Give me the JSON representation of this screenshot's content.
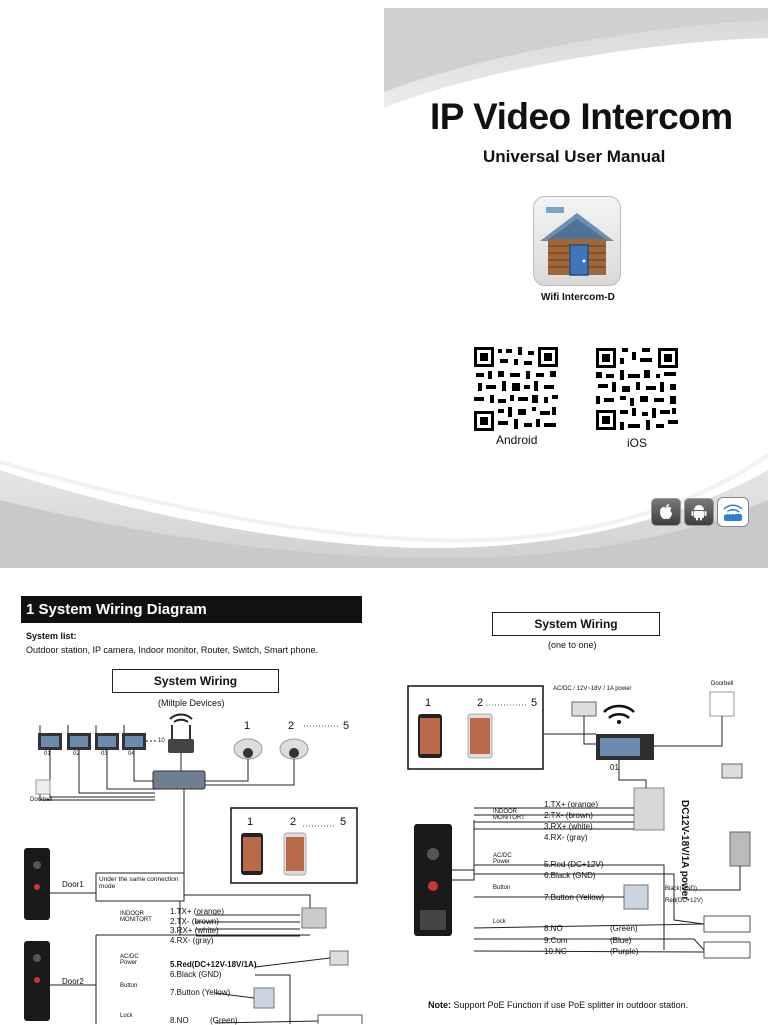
{
  "cover": {
    "title": "IP Video Intercom",
    "subtitle": "Universal User Manual",
    "app_name": "Wifi Intercom-D",
    "qr_android_label": "Android",
    "qr_ios_label": "iOS",
    "store_icons": [
      "apple-icon",
      "android-icon",
      "wifi-icon"
    ],
    "wifi_badge": "Wi Fi"
  },
  "left_panel": {
    "section_title": "1 System Wiring Diagram",
    "system_list_heading": "System list:",
    "system_list": "Outdoor station, IP camera, Indoor monitor, Router, Switch, Smart phone.",
    "diagram_title": "System Wiring",
    "diagram_subtitle": "(Miltple Devices)",
    "monitor_labels": [
      "01",
      "02",
      "03",
      "04"
    ],
    "monitor_extra": "10",
    "camera_labels": [
      "1",
      "2",
      "5"
    ],
    "phone_labels": [
      "1",
      "2",
      "5"
    ],
    "doorbell": "Doorbell",
    "door1": "Door1",
    "door2": "Door2",
    "same_mode": "Under the same connection mode",
    "indoor": "INDOOR MONITORT",
    "acdc": "AC/DC Power",
    "button": "Button",
    "lock": "Lock",
    "wires": [
      "1.TX+ (orange)",
      "2.TX- (brown)",
      "3.RX+ (white)",
      "4.RX- (gray)"
    ],
    "power_wires": [
      "5.Red(DC+12V-18V/1A)",
      "6.Black (GND)"
    ],
    "button_wire": "7.Button (Yellow)",
    "lock_wire": "8.NO",
    "lock_wire_color": "(Green)"
  },
  "right_panel": {
    "diagram_title": "System Wiring",
    "diagram_subtitle": "(one to one)",
    "phone_labels": [
      "1",
      "2",
      "5"
    ],
    "power_label": "AC/DC / 12V~18V / 1A power",
    "monitor_label": "01",
    "doorbell": "Doorbell",
    "dc_label": "DC12V-18V/1A power",
    "indoor": "INDOOR MONITORT",
    "acdc": "AC/DC Power",
    "button": "Button",
    "lock": "Lock",
    "wires": [
      "1.TX+ (orange)",
      "2.TX- (brown)",
      "3.RX+ (white)",
      "4.RX- (gray)"
    ],
    "power_wires": [
      "5.Red (DC+12V)",
      "6.Black (GND)"
    ],
    "button_wire": "7.Button (Yellow)",
    "lock_wires": [
      "8.NO",
      "9.Com",
      "10.NC"
    ],
    "lock_colors": [
      "(Green)",
      "(Blue)",
      "(Purple)"
    ],
    "gnd_label": "Black(GND)",
    "dc_red": "Red(DC+12V)",
    "note_bold": "Note:",
    "note_text": " Support PoE Function if use PoE splitter in outdoor station."
  }
}
